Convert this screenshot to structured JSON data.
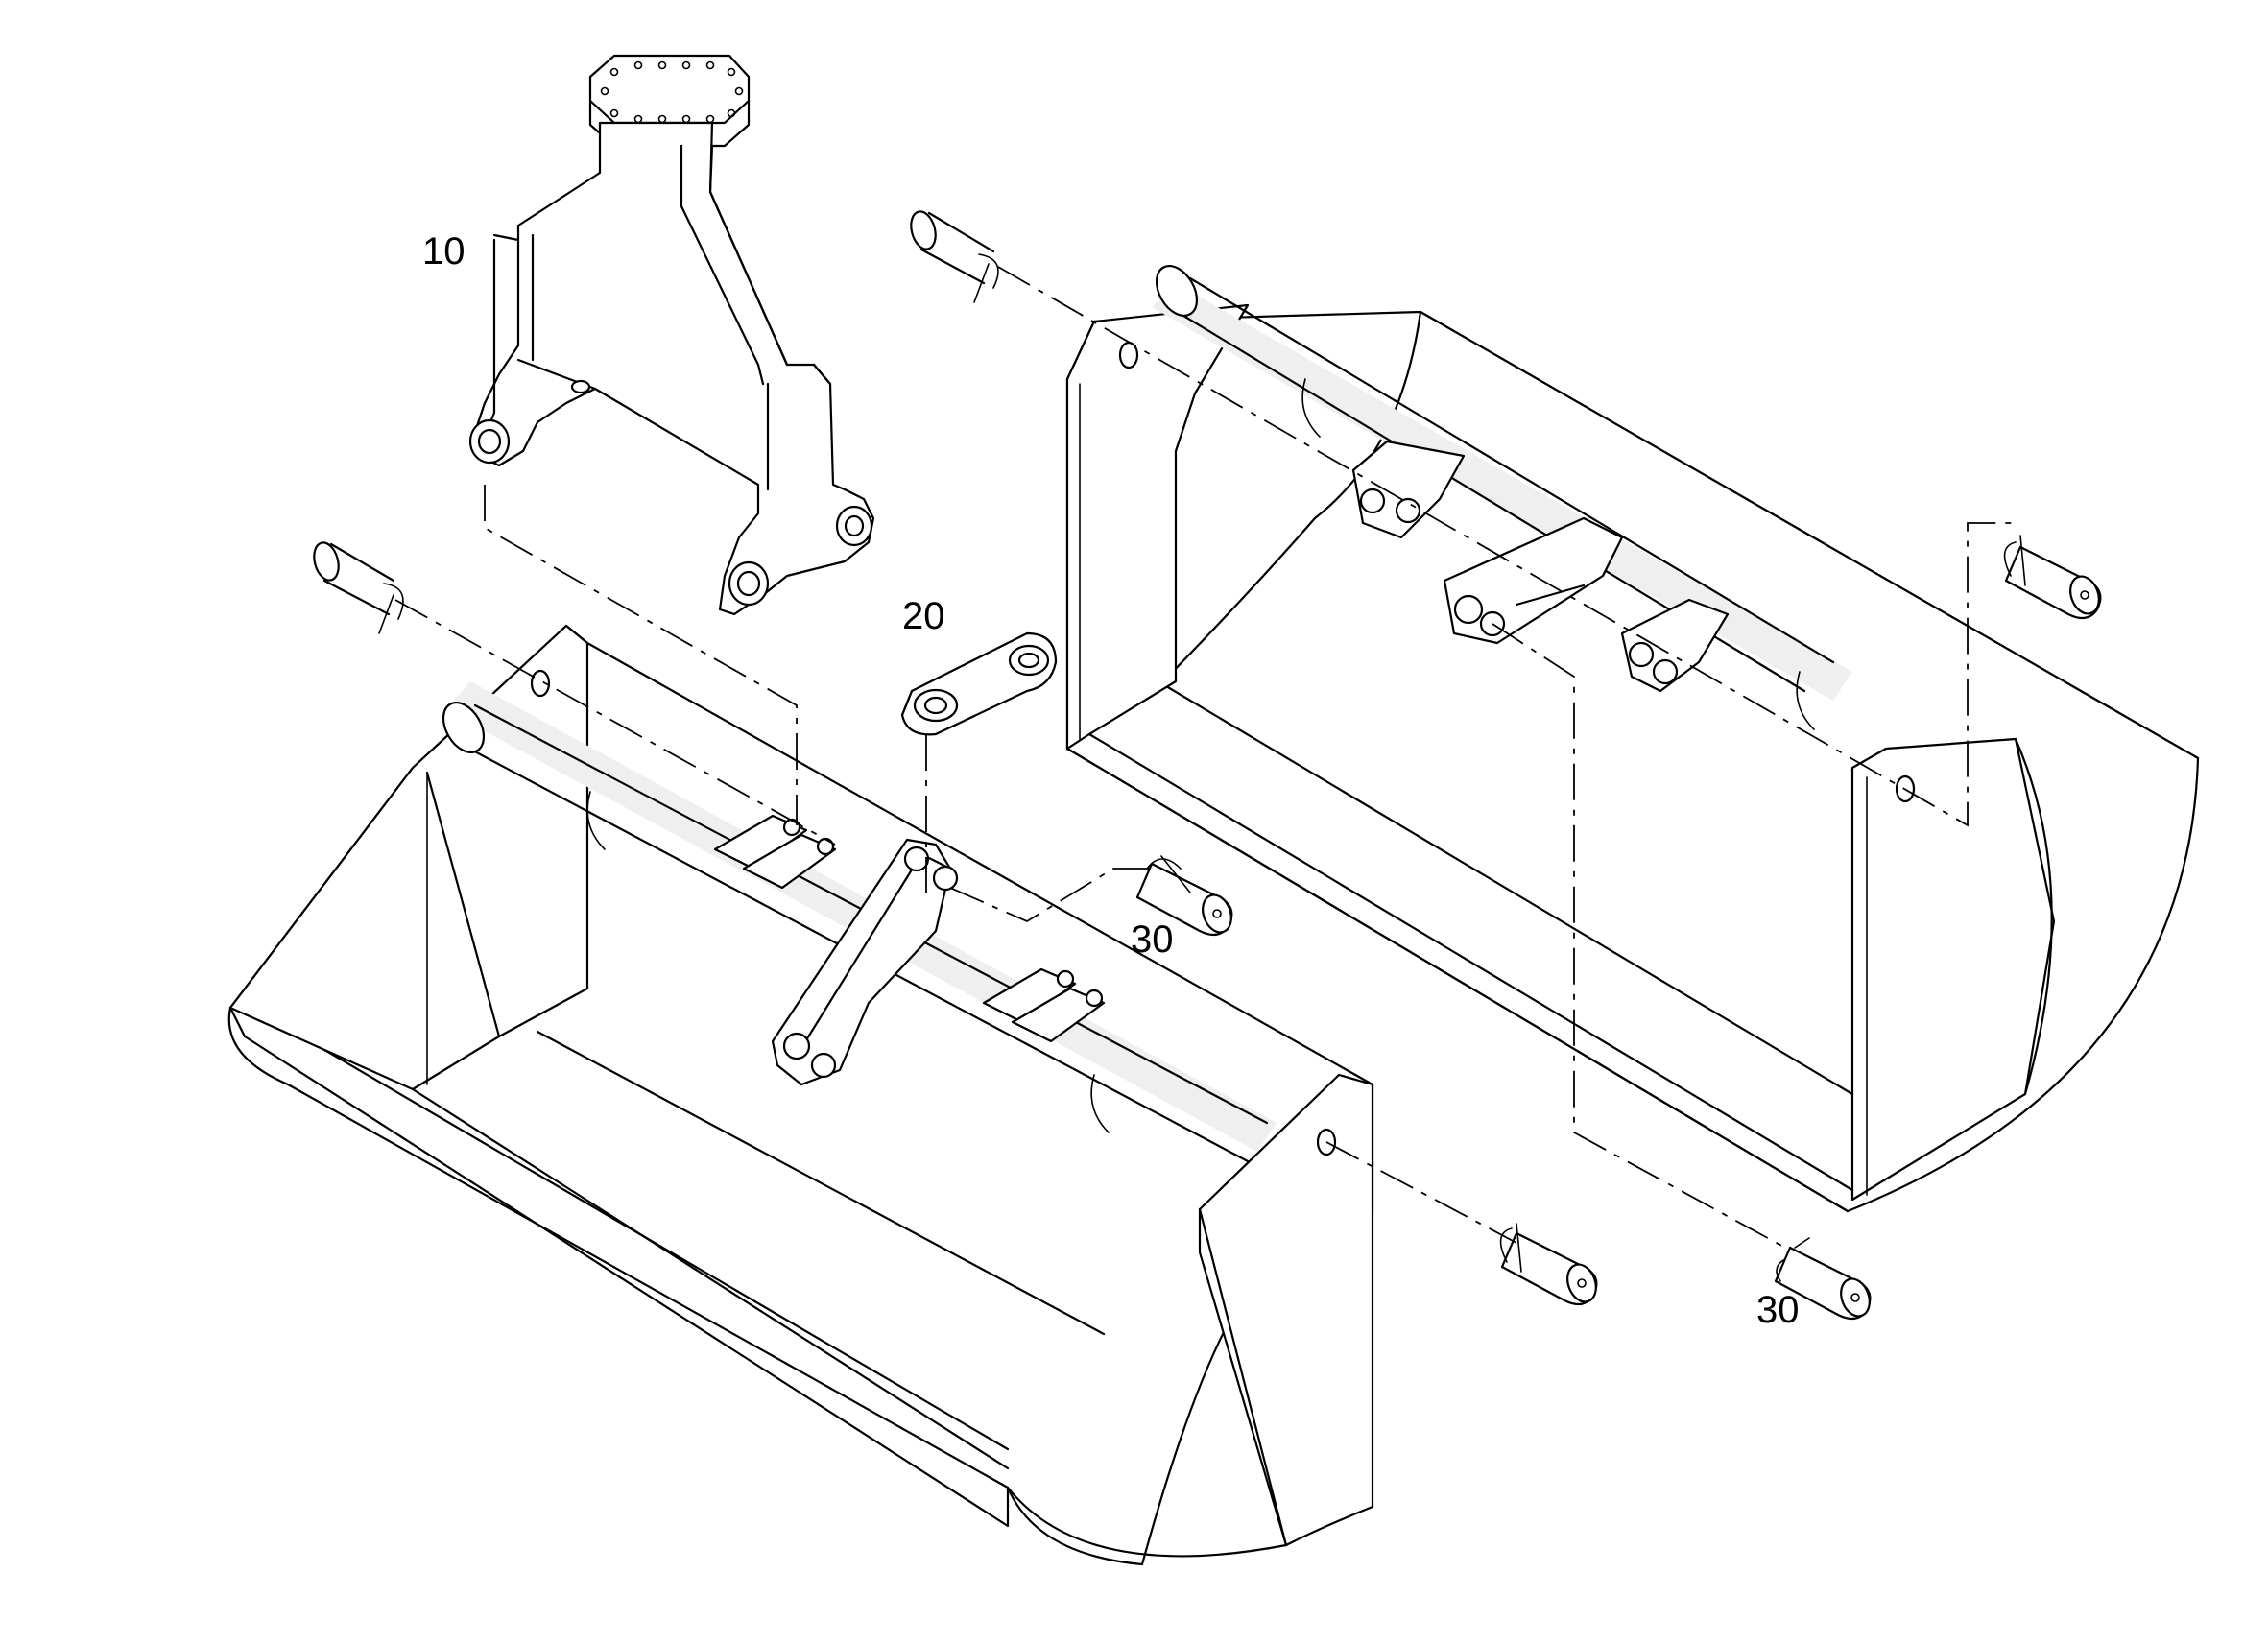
{
  "callouts": {
    "part_10": "10",
    "part_20": "20",
    "part_30_left": "30",
    "part_30_right": "30"
  }
}
